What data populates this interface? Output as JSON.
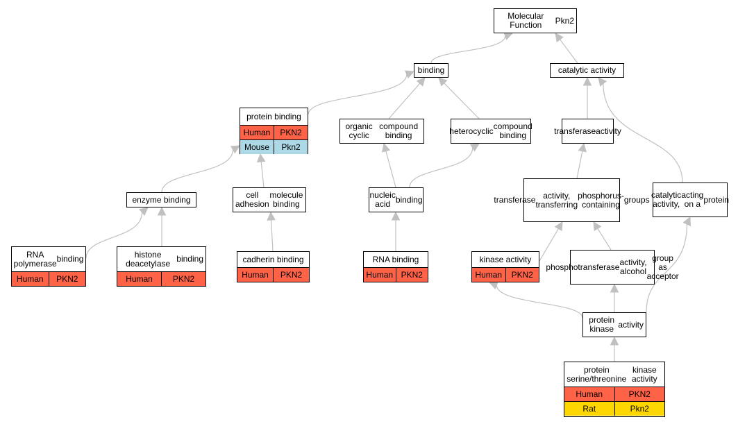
{
  "colors": {
    "human": "#ff6347",
    "mouse": "#add8e6",
    "rat": "#ffd700",
    "edge": "#c0c0c0"
  },
  "nodes": {
    "mf": {
      "lines": [
        "Molecular Function",
        "Pkn2"
      ]
    },
    "binding": {
      "lines": [
        "binding"
      ]
    },
    "catalytic": {
      "lines": [
        "catalytic activity"
      ]
    },
    "protein_binding": {
      "lines": [
        "protein binding"
      ],
      "rows": [
        [
          "Human",
          "PKN2"
        ],
        [
          "Mouse",
          "Pkn2"
        ]
      ]
    },
    "organic_cyclic": {
      "lines": [
        "organic cyclic",
        "compound binding"
      ]
    },
    "heterocyclic": {
      "lines": [
        "heterocyclic",
        "compound binding"
      ]
    },
    "transferase": {
      "lines": [
        "transferase",
        "activity"
      ]
    },
    "enzyme_binding": {
      "lines": [
        "enzyme binding"
      ]
    },
    "cell_adhesion": {
      "lines": [
        "cell adhesion",
        "molecule binding"
      ]
    },
    "nucleic_acid": {
      "lines": [
        "nucleic acid",
        "binding"
      ]
    },
    "transferase_phos": {
      "lines": [
        "transferase",
        "activity, transferring",
        "phosphorus-containing",
        "groups"
      ]
    },
    "catalytic_protein": {
      "lines": [
        "catalytic activity,",
        "acting on a",
        "protein"
      ]
    },
    "rna_pol": {
      "lines": [
        "RNA polymerase",
        "binding"
      ],
      "rows": [
        [
          "Human",
          "PKN2"
        ]
      ]
    },
    "histone": {
      "lines": [
        "histone deacetylase",
        "binding"
      ],
      "rows": [
        [
          "Human",
          "PKN2"
        ]
      ]
    },
    "cadherin": {
      "lines": [
        "cadherin binding"
      ],
      "rows": [
        [
          "Human",
          "PKN2"
        ]
      ]
    },
    "rna_binding": {
      "lines": [
        "RNA binding"
      ],
      "rows": [
        [
          "Human",
          "PKN2"
        ]
      ]
    },
    "kinase": {
      "lines": [
        "kinase activity"
      ],
      "rows": [
        [
          "Human",
          "PKN2"
        ]
      ]
    },
    "phosphotransferase": {
      "lines": [
        "phosphotransferase",
        "activity, alcohol",
        "group as acceptor"
      ]
    },
    "protein_kinase": {
      "lines": [
        "protein kinase",
        "activity"
      ]
    },
    "ser_thr": {
      "lines": [
        "protein serine/threonine",
        "kinase activity"
      ],
      "rows": [
        [
          "Human",
          "PKN2"
        ],
        [
          "Rat",
          "Pkn2"
        ]
      ]
    }
  },
  "edges": [
    [
      "binding",
      "mf"
    ],
    [
      "catalytic",
      "mf"
    ],
    [
      "protein_binding",
      "binding"
    ],
    [
      "organic_cyclic",
      "binding"
    ],
    [
      "heterocyclic",
      "binding"
    ],
    [
      "transferase",
      "catalytic"
    ],
    [
      "catalytic_protein",
      "catalytic"
    ],
    [
      "enzyme_binding",
      "protein_binding"
    ],
    [
      "cell_adhesion",
      "protein_binding"
    ],
    [
      "nucleic_acid",
      "organic_cyclic"
    ],
    [
      "nucleic_acid",
      "heterocyclic"
    ],
    [
      "transferase_phos",
      "transferase"
    ],
    [
      "rna_pol",
      "enzyme_binding"
    ],
    [
      "histone",
      "enzyme_binding"
    ],
    [
      "cadherin",
      "cell_adhesion"
    ],
    [
      "rna_binding",
      "nucleic_acid"
    ],
    [
      "kinase",
      "transferase_phos"
    ],
    [
      "phosphotransferase",
      "transferase_phos"
    ],
    [
      "protein_kinase",
      "kinase"
    ],
    [
      "protein_kinase",
      "phosphotransferase"
    ],
    [
      "protein_kinase",
      "catalytic_protein"
    ],
    [
      "ser_thr",
      "protein_kinase"
    ]
  ]
}
